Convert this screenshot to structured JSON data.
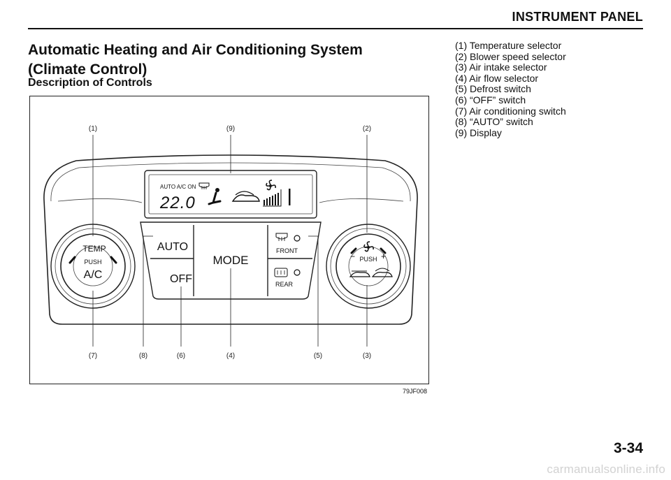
{
  "header": {
    "section_title": "INSTRUMENT PANEL"
  },
  "article": {
    "title_line1": "Automatic Heating and Air Conditioning System",
    "title_line2": "(Climate Control)",
    "subtitle": "Description of Controls"
  },
  "figure": {
    "code": "79JF008",
    "callouts": [
      "(1)",
      "(9)",
      "(2)",
      "(7)",
      "(8)",
      "(6)",
      "(4)",
      "(5)",
      "(3)"
    ],
    "left_knob": {
      "top_label": "TEMP",
      "push_label": "PUSH",
      "bottom_label": "A/C"
    },
    "right_knob": {
      "push_label": "PUSH",
      "minus": "−",
      "plus": "+"
    },
    "display": {
      "indicators": "AUTO A/C ON",
      "temperature": "22.0"
    },
    "buttons": {
      "auto": "AUTO",
      "off": "OFF",
      "mode": "MODE",
      "front": "FRONT",
      "rear": "REAR"
    }
  },
  "legend": {
    "items": [
      "(1) Temperature selector",
      "(2) Blower speed selector",
      "(3) Air intake selector",
      "(4) Air flow selector",
      "(5) Defrost switch",
      "(6) “OFF” switch",
      "(7) Air conditioning switch",
      "(8) “AUTO” switch",
      "(9) Display"
    ]
  },
  "page": {
    "number": "3-34",
    "watermark": "carmanualsonline.info"
  }
}
